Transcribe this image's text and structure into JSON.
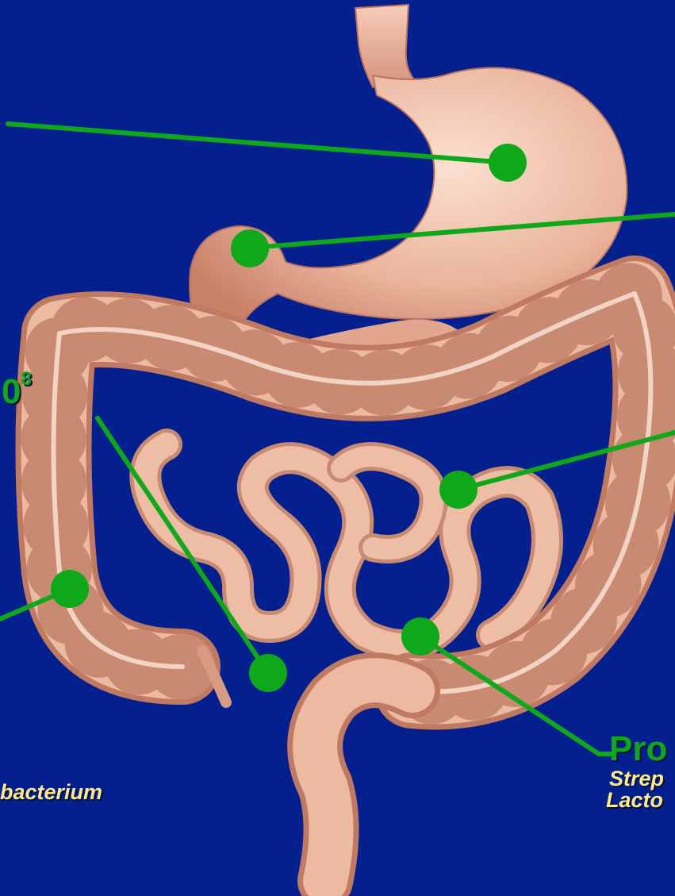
{
  "labels": {
    "exponent_base": "0",
    "exponent_power": "8",
    "left_genus": "bacterium",
    "right_heading": "Pro",
    "right_genus_1": "Strep",
    "right_genus_2": "Lacto"
  },
  "colors": {
    "background": "#04208e",
    "pointer": "#0fa81a",
    "organ": "#e9b298",
    "label_green": "#0fa81a",
    "label_yellow": "#ffe98c"
  }
}
